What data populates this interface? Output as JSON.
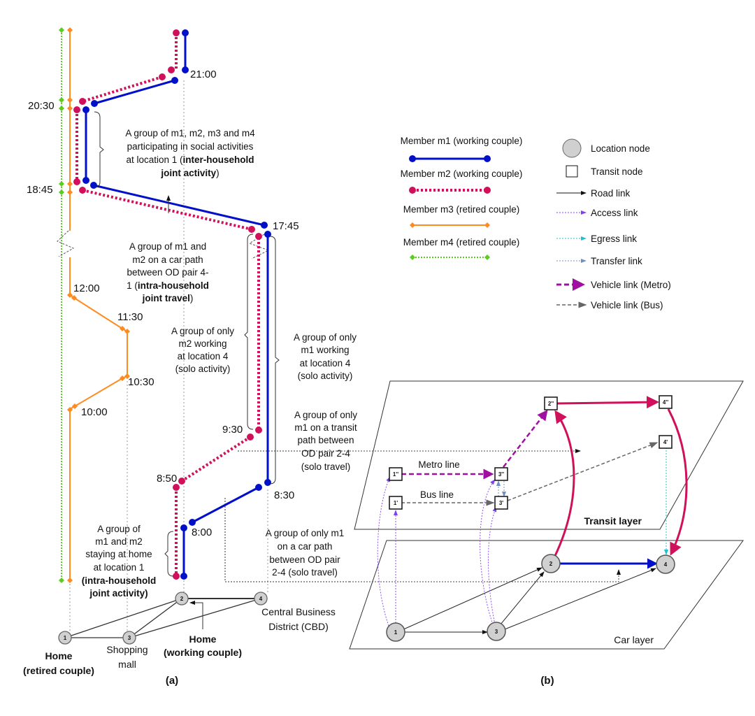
{
  "colors": {
    "m1": "#0010c8",
    "m2": "#d0105a",
    "m3": "#ff8a20",
    "m4": "#5ccc20",
    "metro": "#a010a0",
    "bus": "#777777",
    "access": "#9050f0",
    "egress": "#20c0d0",
    "transfer": "#7090c0"
  },
  "panel_a": {
    "times": [
      "21:00",
      "20:30",
      "18:45",
      "17:45",
      "12:00",
      "11:30",
      "10:30",
      "10:00",
      "9:30",
      "8:50",
      "8:30",
      "8:00"
    ],
    "annotations": {
      "social": [
        "A group of m1, m2, m3 and m4",
        "participating in social activities",
        "at location 1 (",
        "inter-household",
        "joint activity",
        ")"
      ],
      "car41": [
        "A group of m1 and",
        "m2 on a car path",
        "between OD pair 4-",
        "1 (",
        "intra-household",
        "joint travel",
        ")"
      ],
      "m2work": [
        "A group of only",
        "m2 working",
        "at location 4",
        "(solo activity)"
      ],
      "m1work": [
        "A group of only",
        "m1 working",
        "at location 4",
        "(solo activity)"
      ],
      "m1transit": [
        "A group of only",
        "m1 on a transit",
        "path between",
        "OD pair 2-4",
        "(solo travel)"
      ],
      "m1car": [
        "A group of only m1",
        "on a car path",
        "between OD pair",
        "2-4 (solo travel)"
      ],
      "home": [
        "A group of",
        "m1 and m2",
        "staying at home",
        "at location 1",
        "(intra-household",
        "joint activity)"
      ]
    },
    "nodes": [
      "1",
      "2",
      "3",
      "4"
    ],
    "locations": {
      "home_retired": [
        "Home",
        "(retired couple)"
      ],
      "mall": [
        "Shopping",
        "mall"
      ],
      "home_working": [
        "Home",
        "(working couple)"
      ],
      "cbd": [
        "Central Business",
        "District (CBD)"
      ]
    },
    "caption": "(a)"
  },
  "legend": {
    "members": [
      "Member m1 (working couple)",
      "Member m2 (working couple)",
      "Member m3 (retired couple)",
      "Member m4 (retired couple)"
    ],
    "items": [
      "Location node",
      "Transit node",
      "Road link",
      "Access link",
      "Egress link",
      "Transfer link",
      "Vehicle link (Metro)",
      "Vehicle link (Bus)"
    ]
  },
  "panel_b": {
    "transit_layer": "Transit layer",
    "car_layer": "Car layer",
    "metro_line": "Metro line",
    "bus_line": "Bus line",
    "transit_nodes": [
      "1''",
      "3''",
      "1'",
      "3'",
      "2''",
      "4''",
      "4'"
    ],
    "location_nodes": [
      "1",
      "3",
      "2",
      "4"
    ],
    "caption": "(b)"
  }
}
